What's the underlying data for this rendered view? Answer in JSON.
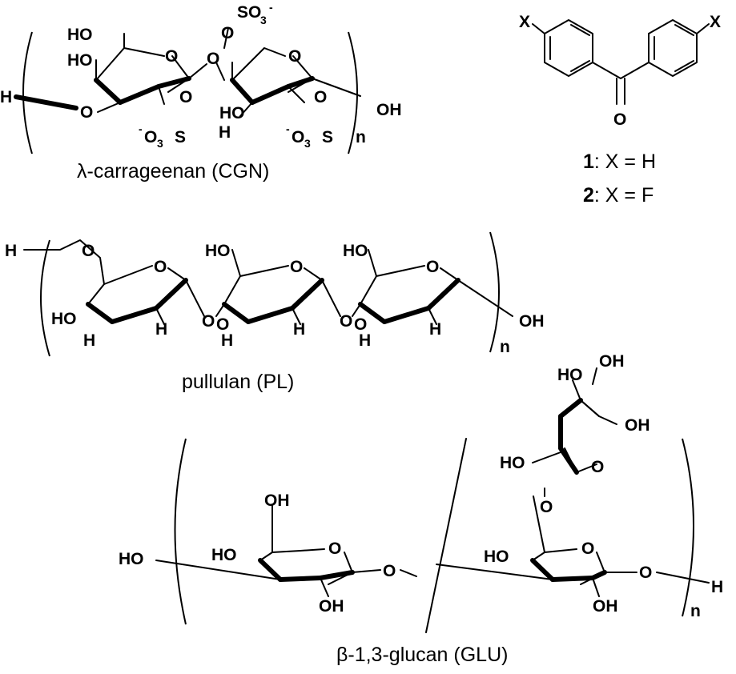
{
  "captions": {
    "cgn": "λ-carrageenan (CGN)",
    "pl": "pullulan (PL)",
    "glu": "β-1,3-glucan (GLU)",
    "cmp1_num": "1",
    "cmp1_rest": ": X = H",
    "cmp2_num": "2",
    "cmp2_rest": ": X = F"
  },
  "atoms": {
    "H": "H",
    "O": "O",
    "HO": "HO",
    "OH": "OH",
    "S": "S",
    "SO3": "SO",
    "three": "3",
    "minus": "-",
    "O3S_O": "O",
    "X": "X",
    "n": "n"
  }
}
